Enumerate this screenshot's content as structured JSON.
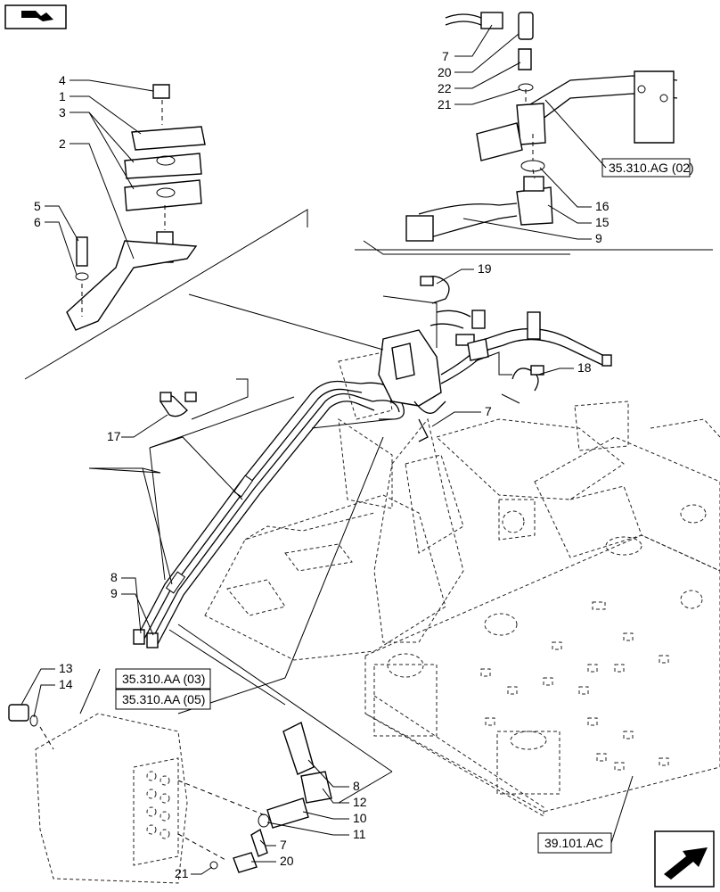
{
  "header": {
    "icon": "assembly-icon"
  },
  "footer": {
    "icon": "next-page-arrow-icon"
  },
  "references": {
    "r1": "35.310.AG (02)",
    "r2": "35.310.AA (03)",
    "r3": "35.310.AA (05)",
    "r4": "39.101.AC"
  },
  "callouts": {
    "c_7a": "7",
    "c_20a": "20",
    "c_22": "22",
    "c_21a": "21",
    "c_16": "16",
    "c_15": "15",
    "c_9a": "9",
    "c_4": "4",
    "c_1": "1",
    "c_3": "3",
    "c_2": "2",
    "c_5": "5",
    "c_6": "6",
    "c_19": "19",
    "c_18": "18",
    "c_7b": "7",
    "c_17": "17",
    "c_8a": "8",
    "c_9b": "9",
    "c_13": "13",
    "c_14": "14",
    "c_8b": "8",
    "c_12": "12",
    "c_10": "10",
    "c_11": "11",
    "c_7c": "7",
    "c_20b": "20",
    "c_21b": "21"
  }
}
